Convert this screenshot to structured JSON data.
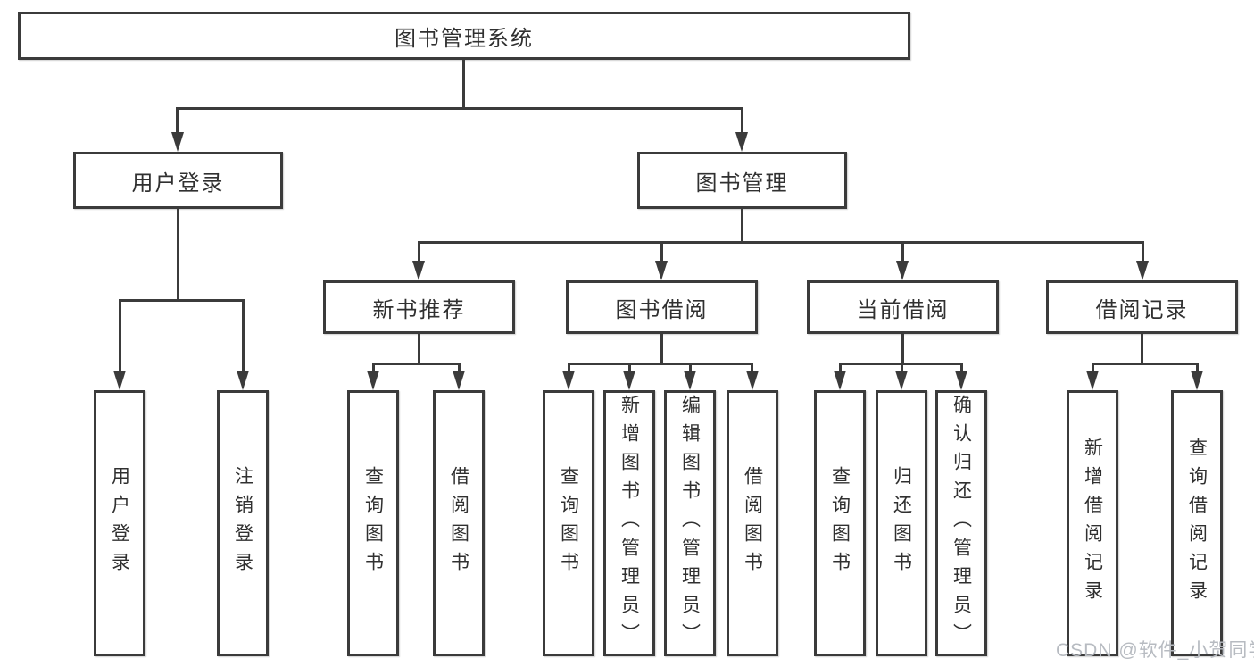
{
  "tree": {
    "root": {
      "label": "图书管理系统"
    },
    "user_login": {
      "label": "用户登录",
      "children": [
        "用户登录",
        "注销登录"
      ]
    },
    "book_management": {
      "label": "图书管理",
      "sections": [
        {
          "label": "新书推荐",
          "children": [
            "查询图书",
            "借阅图书"
          ]
        },
        {
          "label": "图书借阅",
          "children": [
            "查询图书",
            "新增图书（管理员）",
            "编辑图书（管理员）",
            "借阅图书"
          ]
        },
        {
          "label": "当前借阅",
          "children": [
            "查询图书",
            "归还图书",
            "确认归还（管理员）"
          ]
        },
        {
          "label": "借阅记录",
          "children": [
            "新增借阅记录",
            "查询借阅记录"
          ]
        }
      ]
    }
  },
  "watermark": "CSDN @软件_小贺同学",
  "colors": {
    "line": "#3b3b3b",
    "text": "#303030",
    "watermark": "#b7bbc1",
    "background": "#ffffff"
  }
}
